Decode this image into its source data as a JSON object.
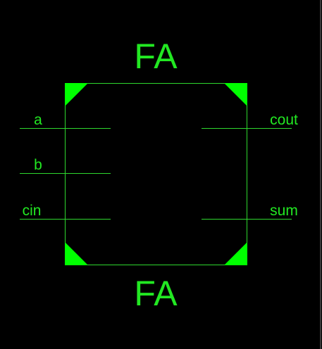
{
  "colors": {
    "background": "#000000",
    "symbol": "#00ff00",
    "line": "#2ed82e",
    "text": "#22e822"
  },
  "block": {
    "name_top": "FA",
    "name_bottom": "FA"
  },
  "ports": {
    "inputs": [
      {
        "name": "a"
      },
      {
        "name": "b"
      },
      {
        "name": "cin"
      }
    ],
    "outputs": [
      {
        "name": "cout"
      },
      {
        "name": "sum"
      }
    ]
  }
}
